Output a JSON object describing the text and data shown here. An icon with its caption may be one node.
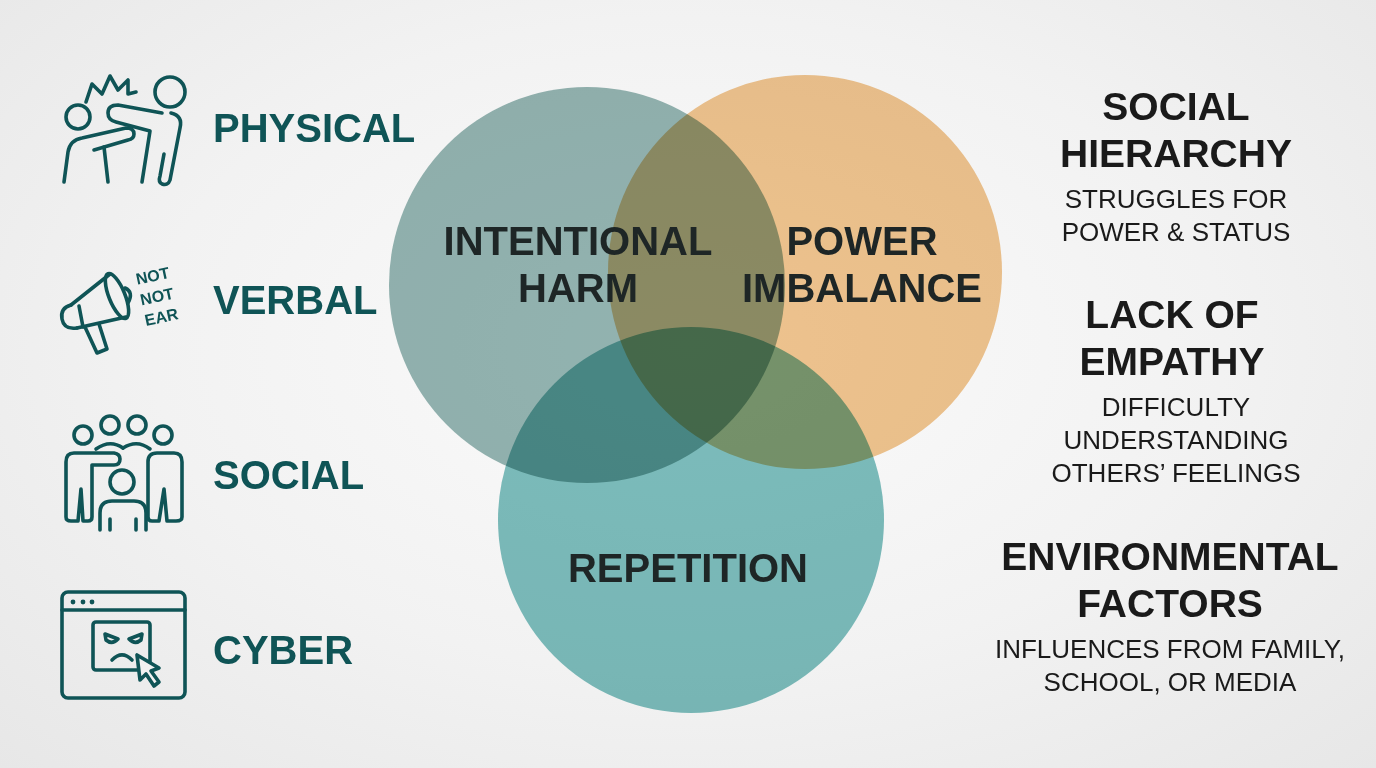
{
  "diagram": {
    "nodes": [
      {
        "text": [
          "INTENTIONAL HARM"
        ]
      },
      {
        "text": [
          "POWER IMBALANCE"
        ]
      },
      {
        "text": [
          "REPETITION"
        ]
      }
    ],
    "labels": [
      "PHYSICAL",
      "NOT NOT EAR",
      "VERBAL",
      "SOCIAL",
      "CYBER",
      "SOCIAL HIERARCHY",
      "STRUGGLES FOR POWER & STATUS",
      "LACK OF EMPATHY",
      "DIFFICULTY UNDERSTANDING OTHERS’ FEELINGS",
      "ENVIRONMENTAL FACTORS",
      "INFLUENCES FROM FAMILY, SCHOOL, OR MEDIA"
    ]
  }
}
